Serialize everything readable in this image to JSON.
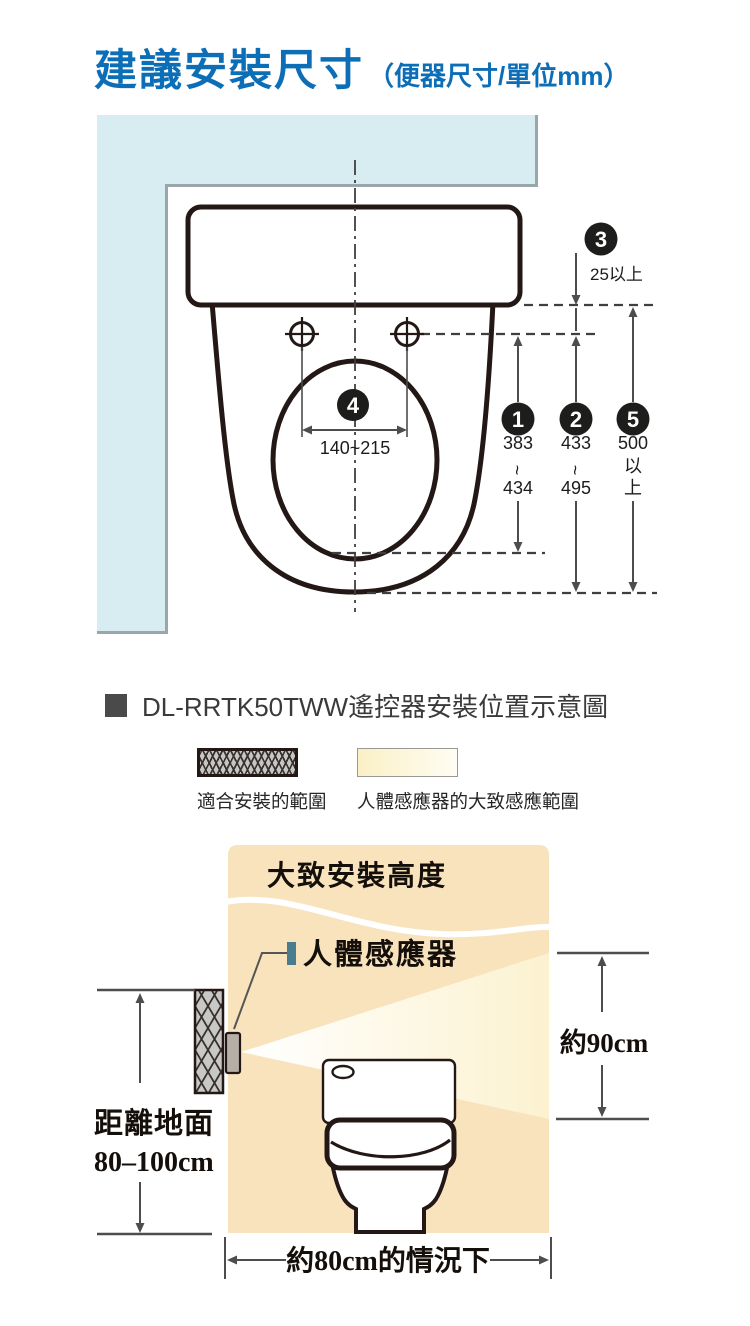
{
  "title": {
    "main": "建議安裝尺寸",
    "sub": "（便器尺寸/單位mm）"
  },
  "top_diagram": {
    "markers": [
      {
        "id": "1",
        "value_top": "383",
        "tilde": "~",
        "value_bottom": "434"
      },
      {
        "id": "2",
        "value_top": "433",
        "tilde": "~",
        "value_bottom": "495"
      },
      {
        "id": "3",
        "label": "25以上"
      },
      {
        "id": "4",
        "label": "140~215"
      },
      {
        "id": "5",
        "line1": "500",
        "line2": "以",
        "line3": "上"
      }
    ]
  },
  "section": {
    "header": "DL-RRTK50TWW遙控器安裝位置示意圖"
  },
  "legend": {
    "items": [
      {
        "label": "適合安裝的範圍"
      },
      {
        "label": "人體感應器的大致感應範圍"
      }
    ]
  },
  "bottom_diagram": {
    "title": "大致安裝高度",
    "sensor_label": "人體感應器",
    "floor_label_line1": "距離地面",
    "floor_label_line2": "80–100cm",
    "sensing_height": "約90cm",
    "distance_label": "約80cm的情況下"
  },
  "colors": {
    "title_blue": "#0d6eb8",
    "wall_cyan": "#d8edf1",
    "range_peach": "#f8e3bd",
    "beam_cream": "#fcf2d0",
    "sensor_teal": "#4a7b8f",
    "outline_dark": "#231815"
  }
}
